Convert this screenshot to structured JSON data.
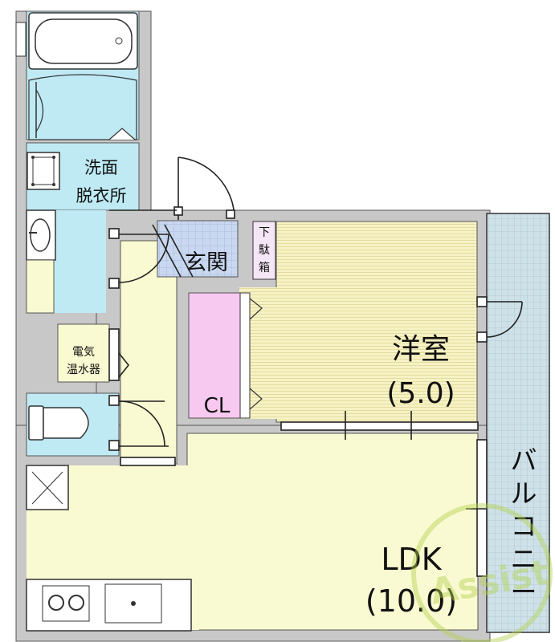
{
  "floorplan": {
    "rooms": {
      "washroom": [
        "洗面",
        "脱衣所"
      ],
      "entrance": "玄関",
      "shoe_box": [
        "下",
        "駄",
        "箱"
      ],
      "western_room": "洋室",
      "western_room_size": "(5.0)",
      "closet": "CL",
      "water_heater": [
        "電気",
        "温水器"
      ],
      "ldk": "LDK",
      "ldk_size": "(10.0)",
      "balcony": [
        "バ",
        "ル",
        "コ",
        "ニ",
        "ー"
      ]
    },
    "watermark": "Assist",
    "colors": {
      "wall": "#c8c8c8",
      "wet_area": "#bfeaf4",
      "living_floor": "#fafad2",
      "western_floor": "#f5f0bf",
      "closet_floor": "#f7c8f0",
      "entrance_floor": "#c9d8f0",
      "shoe_box": "#f5e6f5",
      "balcony": "#cfe3e8",
      "watermark": "#b4d250"
    }
  }
}
